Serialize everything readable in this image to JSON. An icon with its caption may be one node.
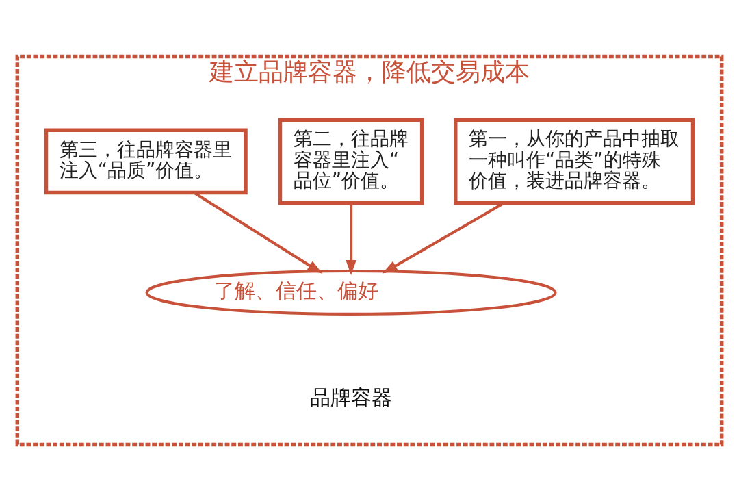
{
  "diagram": {
    "nodes": [
      {
        "text": [
          "建立品牌容器，降低交易成本"
        ]
      },
      {
        "text": [
          "第一，从你的产品中抽取一种叫作“品类”的特殊价值，装进品牌容器。"
        ],
        "in": 0
      },
      {
        "text": [
          "第二，往品牌容器里注入“品位”价值。"
        ],
        "in": 0
      },
      {
        "text": [
          "第三，往品牌容器里注入“品质”价值。"
        ],
        "in": 0
      },
      {
        "text": [
          "了解、信任、偏好"
        ],
        "beside": [
          "品牌容器"
        ],
        "in": 0
      }
    ],
    "edges": [
      {
        "from": 1,
        "to": 4,
        "arrow": "to"
      },
      {
        "from": 2,
        "to": 4,
        "arrow": "to"
      },
      {
        "from": 3,
        "to": 4,
        "arrow": "to"
      }
    ]
  }
}
